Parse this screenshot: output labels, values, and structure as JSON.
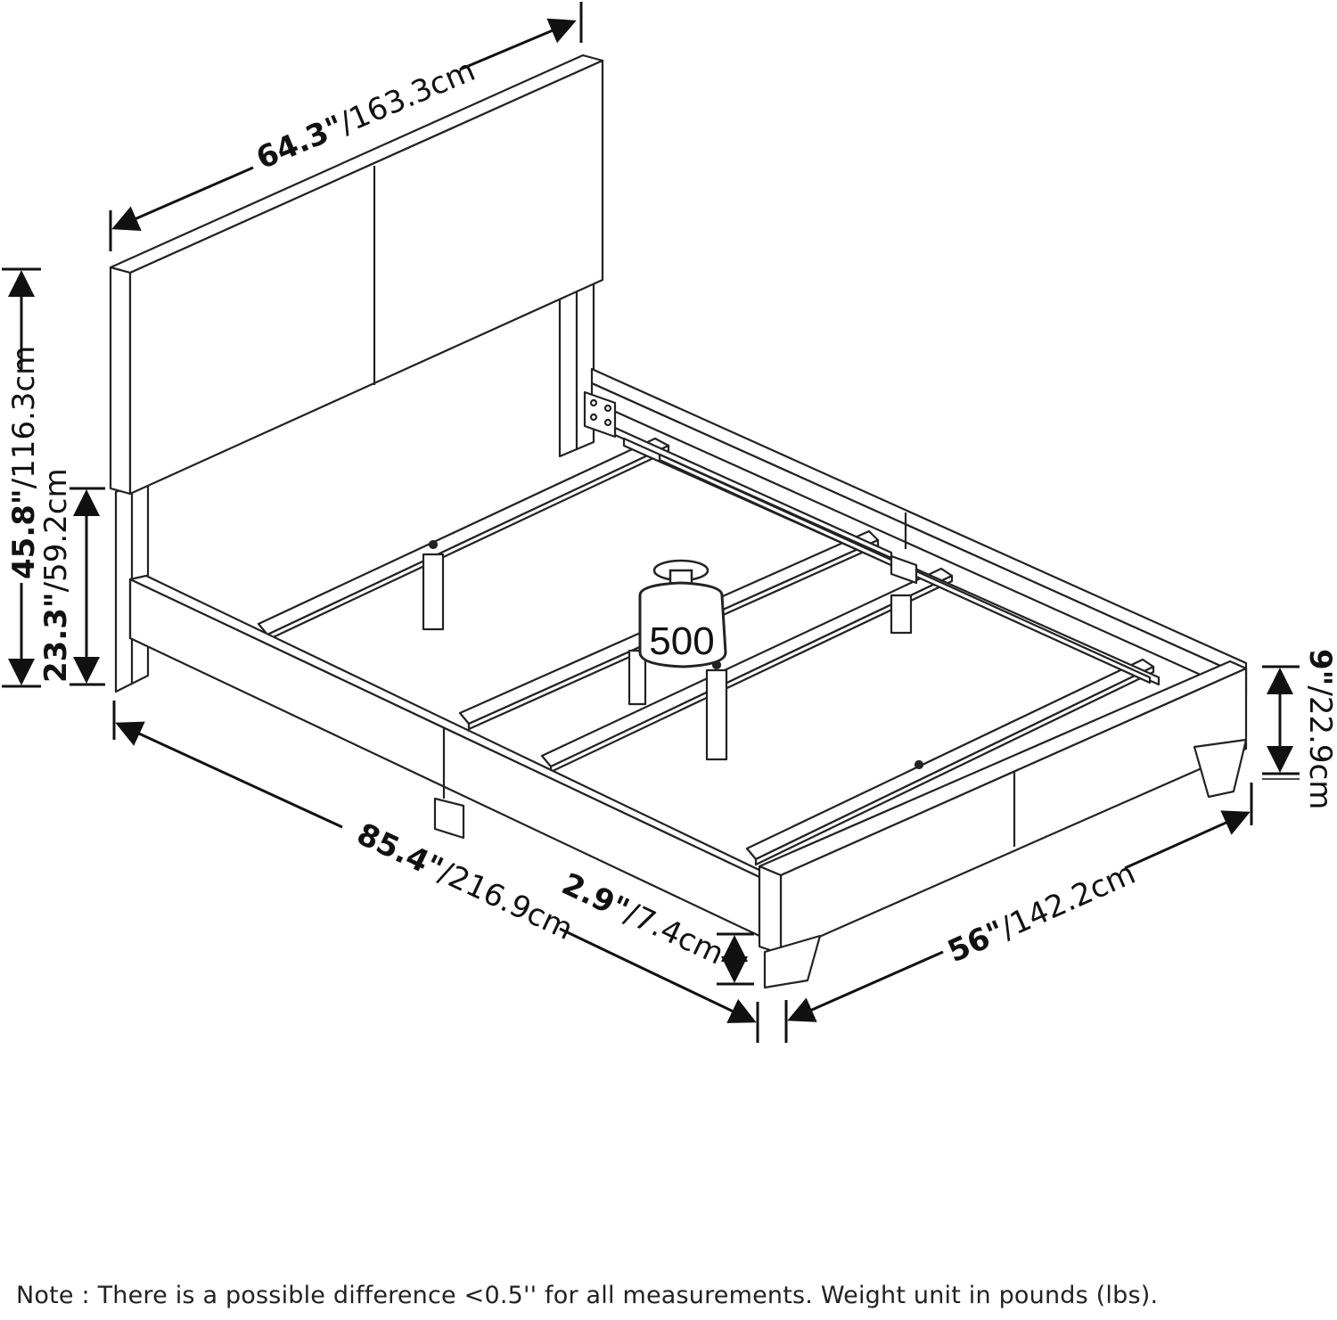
{
  "dimensions": {
    "headboard_width": {
      "imperial": "64.3\"",
      "metric": "/163.3cm"
    },
    "total_height": {
      "imperial": "45.8\"",
      "metric": "/116.3cm"
    },
    "headboard_clearance": {
      "imperial": "23.3\"",
      "metric": "/59.2cm"
    },
    "length": {
      "imperial": "85.4\"",
      "metric": "/216.9cm"
    },
    "leg_height": {
      "imperial": "2.9\"",
      "metric": "/7.4cm"
    },
    "width": {
      "imperial": "56\"",
      "metric": "/142.2cm"
    },
    "frame_height": {
      "imperial": "9\"",
      "metric": "/22.9cm"
    }
  },
  "weight_capacity": "500",
  "note": "Note : There is a possible difference <0.5'' for all measurements. Weight unit in pounds (lbs)."
}
